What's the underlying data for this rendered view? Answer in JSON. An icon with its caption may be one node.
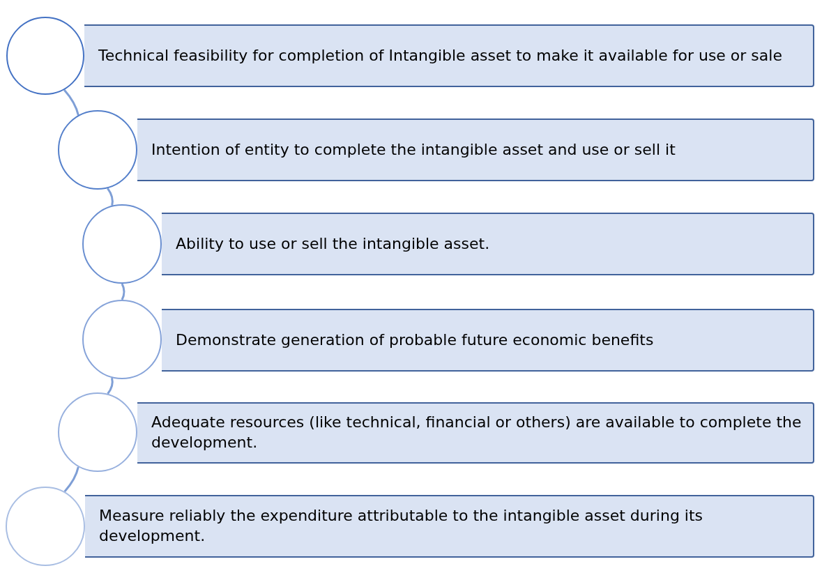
{
  "diagram": {
    "nodes": [
      {
        "text": [],
        "shape": "circle"
      },
      {
        "text": [
          "Technical feasibility for completion of Intangible asset to make it available for use or sale"
        ]
      },
      {
        "text": [],
        "shape": "circle"
      },
      {
        "text": [
          "Intention of entity to complete the intangible asset and use or sell it"
        ]
      },
      {
        "text": [],
        "shape": "circle"
      },
      {
        "text": [
          "Ability to use or sell the intangible asset."
        ]
      },
      {
        "text": [],
        "shape": "circle"
      },
      {
        "text": [
          "Demonstrate generation of probable future economic benefits"
        ]
      },
      {
        "text": [],
        "shape": "circle"
      },
      {
        "text": [
          "Adequate resources (like technical, financial or others) are available to complete the development."
        ]
      },
      {
        "text": [],
        "shape": "circle"
      },
      {
        "text": [
          "Measure reliably the expenditure attributable to the intangible asset during its development."
        ]
      }
    ],
    "edges": [
      {
        "from": 0,
        "to": 2,
        "arrow": "none"
      },
      {
        "from": 2,
        "to": 4,
        "arrow": "none"
      },
      {
        "from": 4,
        "to": 6,
        "arrow": "none"
      },
      {
        "from": 6,
        "to": 8,
        "arrow": "none"
      },
      {
        "from": 8,
        "to": 10,
        "arrow": "none"
      }
    ]
  }
}
